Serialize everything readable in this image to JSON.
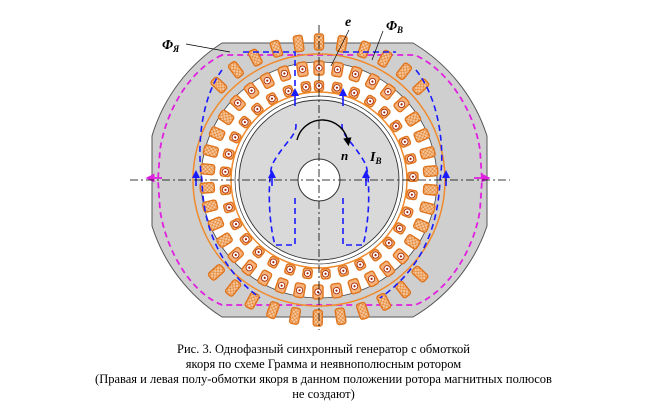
{
  "labels": {
    "flux_armature": "Φ",
    "flux_armature_sub": "Я",
    "flux_excitation": "Φ",
    "flux_excitation_sub": "В",
    "emf": "e",
    "speed": "n",
    "current": "I",
    "current_sub": "B"
  },
  "caption": {
    "line1": "Рис. 3. Однофазный синхронный генератор с обмоткой",
    "line2": "якоря по схеме Грамма и неявнополюсным ротором",
    "line3": "(Правая и левая полу-обмотки якоря в данном положении ротора магнитных полюсов",
    "line4": "не создают)"
  },
  "colors": {
    "frame": "#cfcfcf",
    "winding": "#f08a2c",
    "coil_fill": "#f6b27a",
    "flux_blue": "#1a1aff",
    "flux_magenta": "#e020e0",
    "rotor": "#d9d9d9"
  }
}
